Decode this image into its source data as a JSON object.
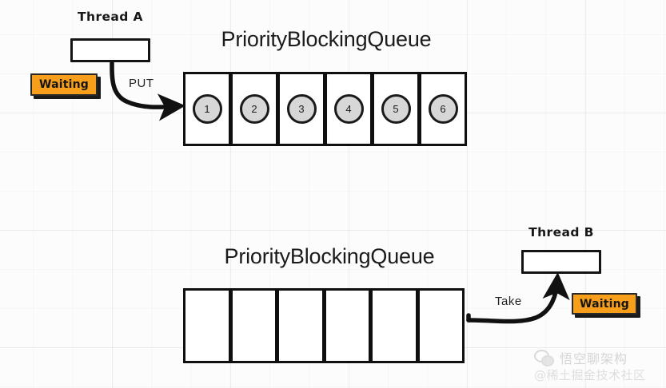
{
  "diagram": {
    "title": "PriorityBlockingQueue producer-consumer diagram",
    "colors": {
      "badge_fill": "#F79F1A",
      "badge_border": "#2a2a2a",
      "stroke": "#0f0f0f",
      "node_fill": "#d7d7d7",
      "background": "#fcfcfc"
    }
  },
  "top": {
    "thread_label": "Thread A",
    "badge_label": "Waiting",
    "queue_title": "PriorityBlockingQueue",
    "edge_label": "PUT",
    "cells": [
      {
        "value": "1",
        "filled": true
      },
      {
        "value": "2",
        "filled": true
      },
      {
        "value": "3",
        "filled": true
      },
      {
        "value": "4",
        "filled": true
      },
      {
        "value": "5",
        "filled": true
      },
      {
        "value": "6",
        "filled": true
      }
    ]
  },
  "bottom": {
    "thread_label": "Thread B",
    "badge_label": "Waiting",
    "queue_title": "PriorityBlockingQueue",
    "edge_label": "Take",
    "cells": [
      {
        "value": "",
        "filled": false
      },
      {
        "value": "",
        "filled": false
      },
      {
        "value": "",
        "filled": false
      },
      {
        "value": "",
        "filled": false
      },
      {
        "value": "",
        "filled": false
      },
      {
        "value": "",
        "filled": false
      }
    ]
  },
  "watermark": {
    "title": "悟空聊架构",
    "subtitle": "@稀土掘金技术社区"
  }
}
